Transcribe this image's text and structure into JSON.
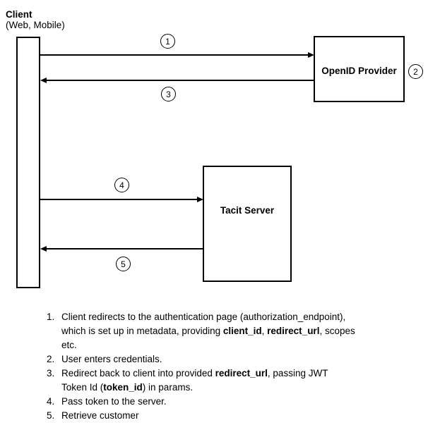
{
  "colors": {
    "line": "#000000",
    "background": "#ffffff",
    "text": "#000000"
  },
  "diagram": {
    "client": {
      "title": "Client",
      "subtitle": "(Web, Mobile)"
    },
    "boxes": {
      "openid_provider": "OpenID Provider",
      "tacit_server": "Tacit Server"
    },
    "steps": {
      "s1": "1",
      "s2": "2",
      "s3": "3",
      "s4": "4",
      "s5": "5"
    }
  },
  "notes": {
    "items": [
      {
        "number": "1.",
        "lines": [
          [
            {
              "t": "Client redirects to the authentication page (authorization_endpoint),"
            }
          ],
          [
            {
              "t": "which is set up in metadata, providing "
            },
            {
              "t": "client_id",
              "b": true
            },
            {
              "t": ", "
            },
            {
              "t": "redirect_url",
              "b": true
            },
            {
              "t": ", scopes"
            }
          ],
          [
            {
              "t": "etc."
            }
          ]
        ]
      },
      {
        "number": "2.",
        "lines": [
          [
            {
              "t": "User enters credentials."
            }
          ]
        ]
      },
      {
        "number": "3.",
        "lines": [
          [
            {
              "t": "Redirect back to client into provided "
            },
            {
              "t": "redirect_url",
              "b": true
            },
            {
              "t": ", passing JWT"
            }
          ],
          [
            {
              "t": "Token Id ("
            },
            {
              "t": "token_id",
              "b": true
            },
            {
              "t": ") in params."
            }
          ]
        ]
      },
      {
        "number": "4.",
        "lines": [
          [
            {
              "t": "Pass token to the server."
            }
          ]
        ]
      },
      {
        "number": "5.",
        "lines": [
          [
            {
              "t": "Retrieve customer"
            }
          ]
        ]
      }
    ]
  }
}
